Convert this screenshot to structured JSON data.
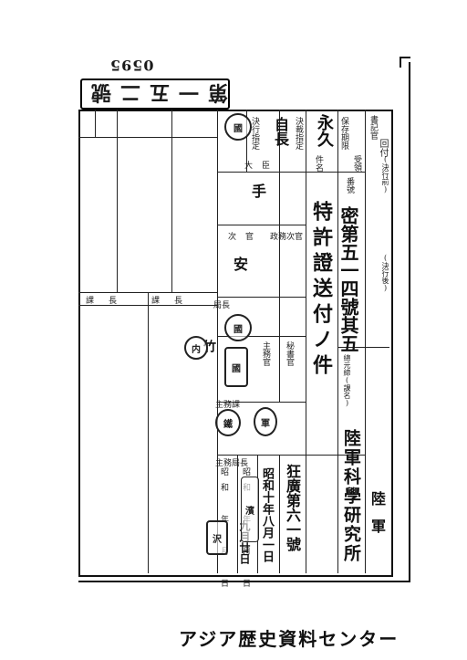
{
  "document": {
    "top_number": "0595",
    "ledger_title": "第一五二號",
    "header_right": {
      "retention_period_label": "保存期限",
      "retention_value": "永久",
      "decision_label": "決裁指定",
      "decision_value": "自長",
      "execution_label": "決行指定",
      "stamp_hand": "國",
      "side_note_before": "(決行前)",
      "side_note_after": "(決行後)",
      "clerk_label": "書記官",
      "circulate_label": "回付"
    },
    "number_label": "番號",
    "number_value": "密第五一四號其五",
    "subject_label": "件名",
    "subject_value": "特許證送付ノ件",
    "minister_label": "大臣",
    "minister_mark": "手",
    "vice_minister_label": "次官",
    "vice_minister_mark": "安",
    "political_label": "政務次官",
    "bureau_chief_label": "局長",
    "section_chief_label": "課長",
    "section_chief_hand": "竹",
    "route_label": "總元締(課名)",
    "route_value": "陸軍科學研究所",
    "army_mark": "陸軍",
    "recipient_label": "受領",
    "main_officer_label": "主務官",
    "main_section_label": "主務課",
    "secretary_label": "秘書官",
    "dates": {
      "date_label_1": "昭和 年 月 日",
      "date_label_2": "昭和 年 月 日",
      "date_value_1": "昭和十年八月一日",
      "date_value_2": "九月廿日",
      "reference": "狂廣第六一號",
      "reply_label": "主務局長"
    },
    "stamps": [
      "國",
      "國",
      "内",
      "國",
      "鐵",
      "軍",
      "沢",
      "濱"
    ],
    "footer": "アジア歴史資料センター"
  }
}
